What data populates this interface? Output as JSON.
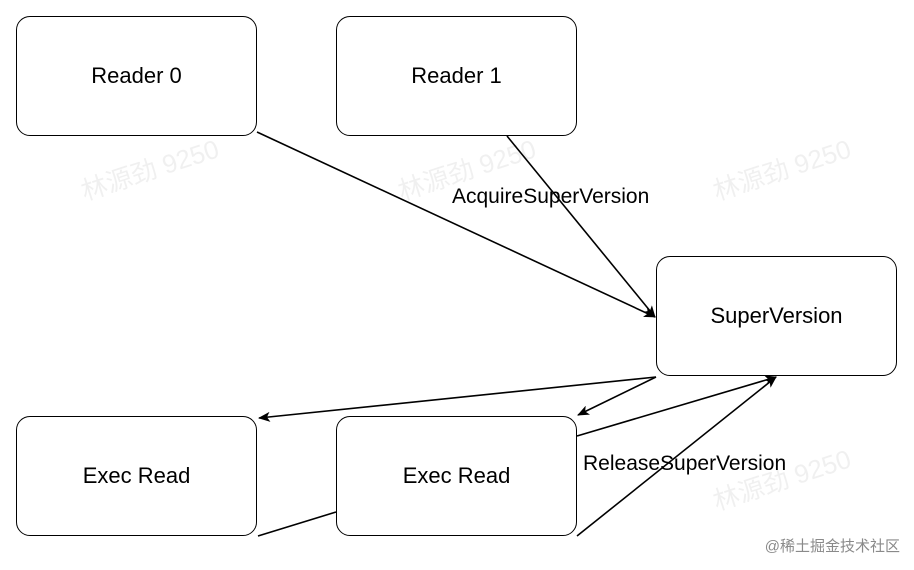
{
  "nodes": {
    "reader0": "Reader 0",
    "reader1": "Reader 1",
    "superversion": "SuperVersion",
    "exec0": "Exec Read",
    "exec1": "Exec Read"
  },
  "edges": {
    "acquire": "AcquireSuperVersion",
    "release": "ReleaseSuperVersion"
  },
  "watermark_text": "林源劲 9250",
  "credit": "@稀土掘金技术社区"
}
